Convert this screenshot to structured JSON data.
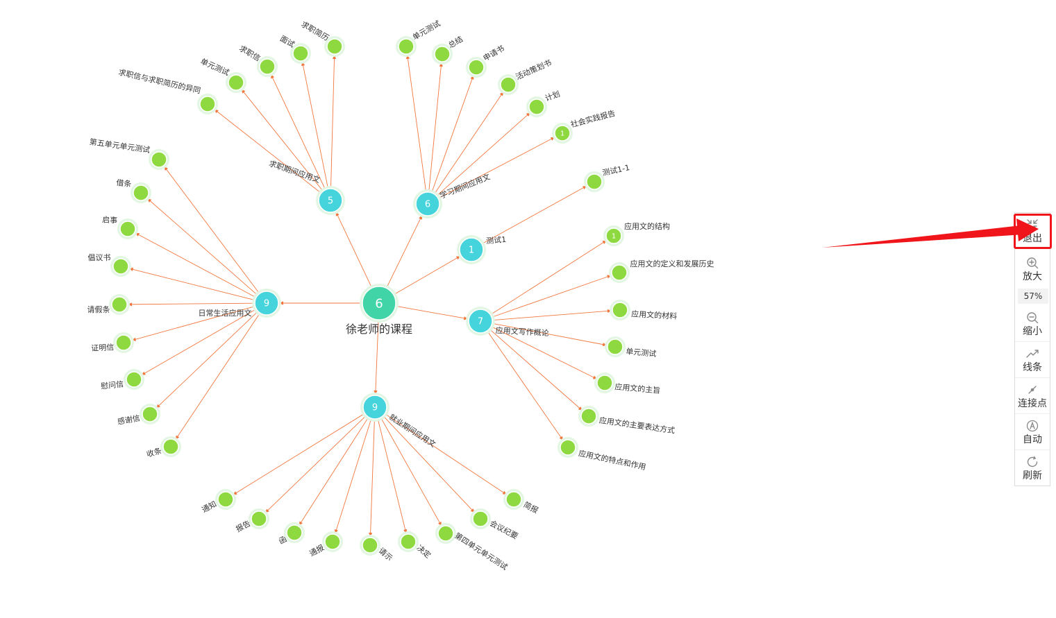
{
  "colors": {
    "edge": "#f2763c",
    "root": "#40d4a6",
    "branch": "#45d3dc",
    "leaf": "#8ed93f",
    "halo": "#e3f6e3",
    "label": "#333333",
    "annotation": "#f0151a"
  },
  "graph": {
    "root": {
      "label": "徐老师的课程",
      "count": "6"
    },
    "branches": [
      {
        "label": "求职期间应用文",
        "count": "5",
        "children": [
          {
            "label": "求职简历"
          },
          {
            "label": "面试"
          },
          {
            "label": "求职信"
          },
          {
            "label": "单元测试"
          },
          {
            "label": "求职信与求职简历的异同"
          }
        ]
      },
      {
        "label": "学习期间应用文",
        "count": "6",
        "children": [
          {
            "label": "单元测试"
          },
          {
            "label": "总结"
          },
          {
            "label": "申请书"
          },
          {
            "label": "活动策划书"
          },
          {
            "label": "计划"
          },
          {
            "label": "社会实践报告",
            "count": "1"
          }
        ]
      },
      {
        "label": "测试1",
        "count": "1",
        "children": [
          {
            "label": "测试1-1"
          }
        ]
      },
      {
        "label": "应用文写作概论",
        "count": "7",
        "children": [
          {
            "label": "应用文的结构",
            "count": "1"
          },
          {
            "label": "应用文的定义和发展历史"
          },
          {
            "label": "应用文的材料"
          },
          {
            "label": "单元测试"
          },
          {
            "label": "应用文的主旨"
          },
          {
            "label": "应用文的主要表达方式"
          },
          {
            "label": "应用文的特点和作用"
          }
        ]
      },
      {
        "label": "就业期间应用文",
        "count": "9",
        "children": [
          {
            "label": "简报"
          },
          {
            "label": "会议纪要"
          },
          {
            "label": "第四单元单元测试"
          },
          {
            "label": "决定"
          },
          {
            "label": "请示"
          },
          {
            "label": "通报"
          },
          {
            "label": "函"
          },
          {
            "label": "报告"
          },
          {
            "label": "通知"
          }
        ]
      },
      {
        "label": "日常生活应用文",
        "count": "9",
        "children": [
          {
            "label": "第五单元单元测试"
          },
          {
            "label": "借条"
          },
          {
            "label": "启事"
          },
          {
            "label": "倡议书"
          },
          {
            "label": "请假条"
          },
          {
            "label": "证明信"
          },
          {
            "label": "慰问信"
          },
          {
            "label": "感谢信"
          },
          {
            "label": "收条"
          }
        ]
      }
    ]
  },
  "toolbar": {
    "exit_label": "退出",
    "zoom_in_label": "放大",
    "zoom_level": "57%",
    "zoom_out_label": "缩小",
    "lines_label": "线条",
    "connect_label": "连接点",
    "auto_label": "自动",
    "refresh_label": "刷新"
  }
}
